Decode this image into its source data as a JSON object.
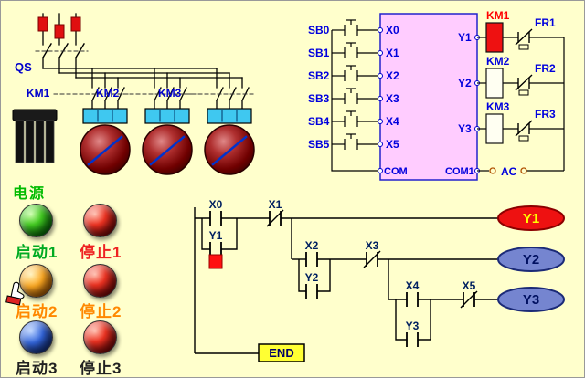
{
  "power_circuit": {
    "qs_label": "QS",
    "contactor_labels": [
      "KM1",
      "KM2",
      "KM3"
    ]
  },
  "plc": {
    "inputs": [
      {
        "button": "SB0",
        "terminal": "X0"
      },
      {
        "button": "SB1",
        "terminal": "X1"
      },
      {
        "button": "SB2",
        "terminal": "X2"
      },
      {
        "button": "SB3",
        "terminal": "X3"
      },
      {
        "button": "SB4",
        "terminal": "X4"
      },
      {
        "button": "SB5",
        "terminal": "X5"
      }
    ],
    "com_label": "COM",
    "com1_label": "COM1",
    "ac_label": "AC",
    "outputs": [
      {
        "terminal": "Y1",
        "contactor": "KM1",
        "relay": "FR1",
        "state": "on"
      },
      {
        "terminal": "Y2",
        "contactor": "KM2",
        "relay": "FR2",
        "state": "off"
      },
      {
        "terminal": "Y3",
        "contactor": "KM3",
        "relay": "FR3",
        "state": "off"
      }
    ]
  },
  "control_panel": {
    "power_label": "电源",
    "groups": [
      {
        "start_label": "启动1",
        "stop_label": "停止1"
      },
      {
        "start_label": "启动2",
        "stop_label": "停止2"
      },
      {
        "start_label": "启动3",
        "stop_label": "停止3"
      }
    ]
  },
  "ladder": {
    "rungs": [
      {
        "contact1": "X0",
        "contact2": "X1",
        "seal_contact": "Y1",
        "coil": "Y1",
        "state": "on"
      },
      {
        "contact1": "X2",
        "contact2": "X3",
        "seal_contact": "Y2",
        "coil": "Y2",
        "state": "off"
      },
      {
        "contact1": "X4",
        "contact2": "X5",
        "seal_contact": "Y3",
        "coil": "Y3",
        "state": "off"
      }
    ],
    "end_label": "END"
  },
  "colors": {
    "background": "#FFFFCC",
    "plc_box_fill": "#FFCCFF",
    "energized": "#FF1111",
    "coil_on_fill": "#EE1111",
    "coil_off_fill": "#7585D0",
    "label_blue": "#0000DD",
    "end_fill": "#FFFF33"
  }
}
